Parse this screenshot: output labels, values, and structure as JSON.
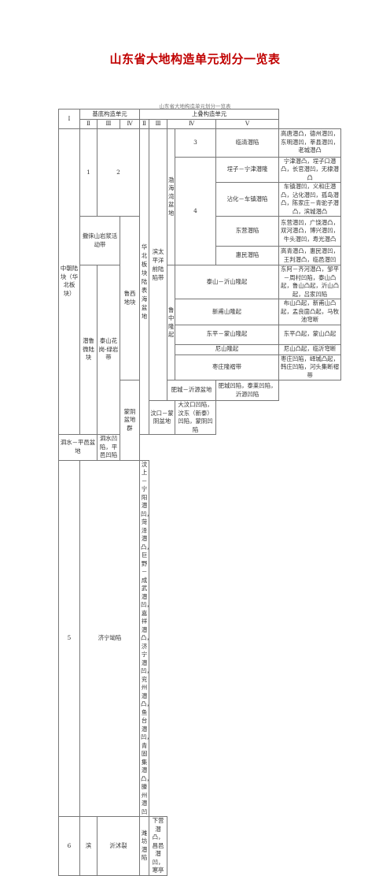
{
  "title": "山东省大地构造单元划分一览表",
  "caption": "山东省大地构造单元划分一览表",
  "header": {
    "col1": "Ⅰ",
    "base_group": "基底构造单元",
    "super_group": "上叠构造单元",
    "base_levels": [
      "Ⅱ",
      "Ⅲ",
      "Ⅳ"
    ],
    "super_levels": [
      "Ⅱ",
      "Ⅲ",
      "Ⅳ",
      "Ⅴ"
    ]
  },
  "cells": {
    "zhongchao": "中朝陆块（华北板块）",
    "luxi_block": "潜鲁微陆块",
    "c_1": "1",
    "c_2": "2",
    "c_3": "3",
    "c_4": "4",
    "c_5": "5",
    "c_6": "6",
    "huabei": "华北板块陆表海盆地",
    "bintai": "滨太平洋前陆陷带",
    "cuolai": "撒徕山岩浆活动带",
    "luxi_di": "鲁西地块",
    "taishan": "泰山花岗-绿岩带",
    "bohaiwan": "渤海湾盆地",
    "luzhong": "鲁中隆起",
    "mengyin": "蒙阴盆地群",
    "jining": "济宁坳陷",
    "bin_short": "滨",
    "yishu": "沂沭裂",
    "linqing": "临清潜陷",
    "linqing_v": "高唐潜凸，德州潜凹，东明潜凹，莘县潜凹，老城潜凸",
    "chengning": "埕子－宁津潜隆",
    "chengning_v": "宁津潜凸，埕子口潜凸，长官潜凹，无棣潜凸",
    "zhanhua": "沾化－车镇潜陷",
    "zhanhua_v": "车镇潜凹，义和庄潜凸，沾化潜凹，孤岛潜凸，陈家庄－青驼子潜凸，滨城潜凸",
    "dongying": "东营潜陷",
    "dongying_v": "东营潜凹，广饶潜凸，双河潜凸，博兴潜凹，牛头潜凹，寿光潜凸",
    "huimin": "惠民潜陷",
    "huimin_v": "高青潜凸，惠民潜凹，王判潜凸，临邑潜凹",
    "taishan_yishan": "泰山－沂山隆起",
    "taishan_yishan_v": "东阿－齐河潜凸，邹平－周村凹陷，泰山凸起，鲁山凸起，沂山凸起，吕家凹陷",
    "xinfu": "新甫山隆起",
    "xinfu_v": "布山凸起，新甫山凸起，孟良崮凸起，马牧池穹断",
    "dongping": "东平－蒙山隆起",
    "dongping_v": "东平凸起，蒙山凸起",
    "nishan": "尼山隆起",
    "nishan_v": "尼山凸起，临沂穹断",
    "zaozhuang": "枣庄隆褶带",
    "zaozhuang_v": "枣庄凹陷，峄城凸起，韩庄凹陷，河头集断褶带",
    "feicheng": "肥城－沂源盆地",
    "feicheng_v": "肥城凹陷，泰莱凹陷，沂源凹陷",
    "wenkou": "汶口－蒙阴盆地",
    "wenkou_v": "大汶口凹陷，汶东（新泰）凹陷，蒙阴凹陷",
    "sishui": "泗水－平邑盆地",
    "sishui_v": "泗水凹陷，平邑凹陷",
    "jining_v": "汶上－宁阳潜凹，菏泽潜凸，巨野－成武潜凹，嘉祥潜凸，济宁潜凹，兖州潜凸，鱼台潜凹，青固集潜凸，滕州潜凹",
    "weifang": "潍坊潜陷",
    "weifang_v": "下营潜凸，昌邑潜凹，寒亭"
  }
}
